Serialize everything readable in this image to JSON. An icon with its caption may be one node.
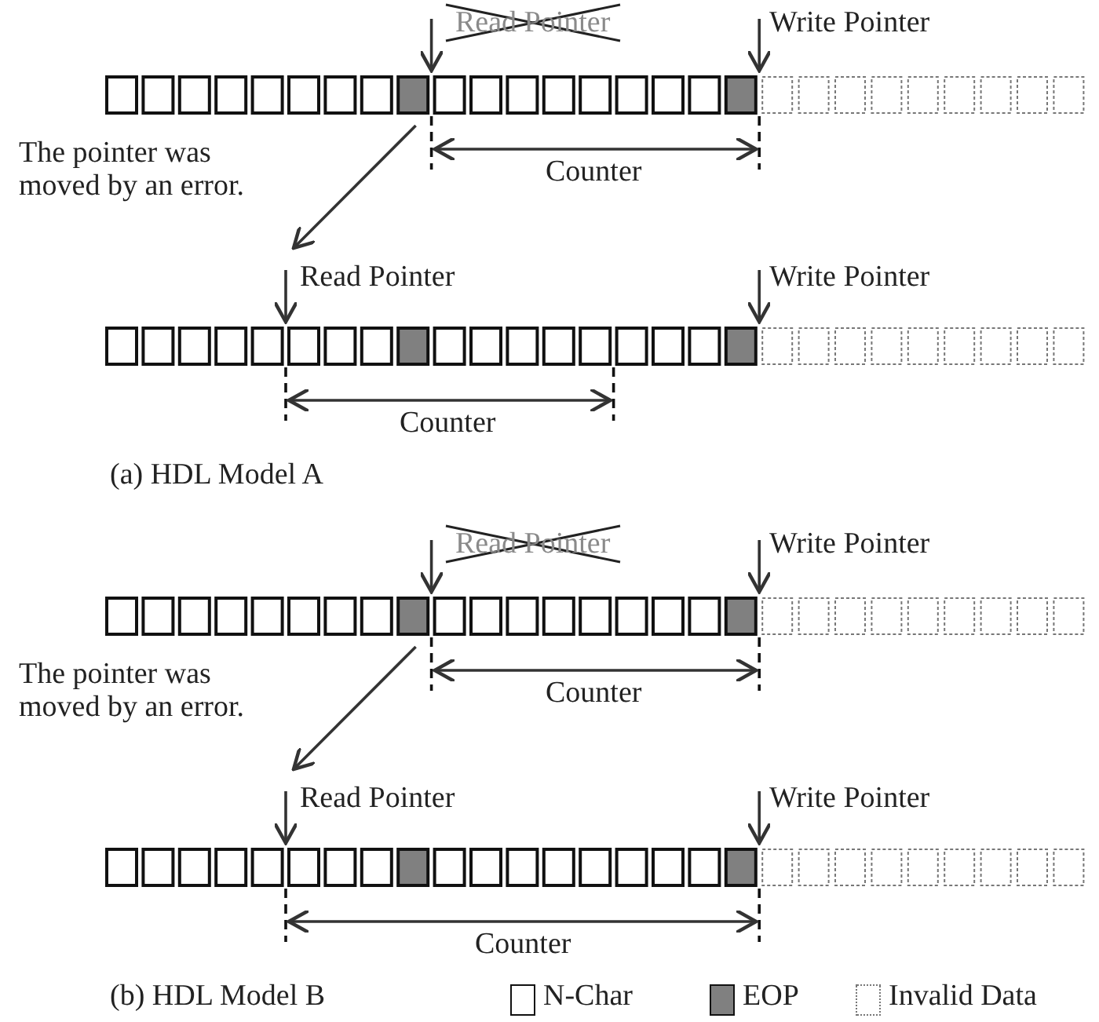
{
  "diagram": {
    "nodes": [
      {
        "text": [],
        "shape": "bar"
      },
      {
        "text": [
          "Read Pointer"
        ]
      },
      {
        "text": [],
        "shape": "bar"
      },
      {
        "text": [],
        "shape": "bar"
      },
      {
        "text": [
          "Read Pointer"
        ]
      },
      {
        "text": [],
        "shape": "bar"
      }
    ],
    "edges": [
      {
        "from": 0,
        "to": 1,
        "arrow": "to"
      },
      {
        "from": 3,
        "to": 4,
        "arrow": "to"
      }
    ],
    "labels": [
      "Read Pointer",
      "Write Pointer",
      "The pointer was moved by an error.",
      "Counter",
      "Write Pointer",
      "Counter",
      "(a) HDL Model A",
      "Read Pointer",
      "Write Pointer",
      "The pointer was moved by an error.",
      "Counter",
      "Write Pointer",
      "Counter",
      "(b) HDL Model B"
    ],
    "legend": [
      {
        "text": "N-Char",
        "color": "#ffffff"
      },
      {
        "text": "EOP",
        "color": "#808080"
      },
      {
        "text": "Invalid Data"
      }
    ]
  }
}
